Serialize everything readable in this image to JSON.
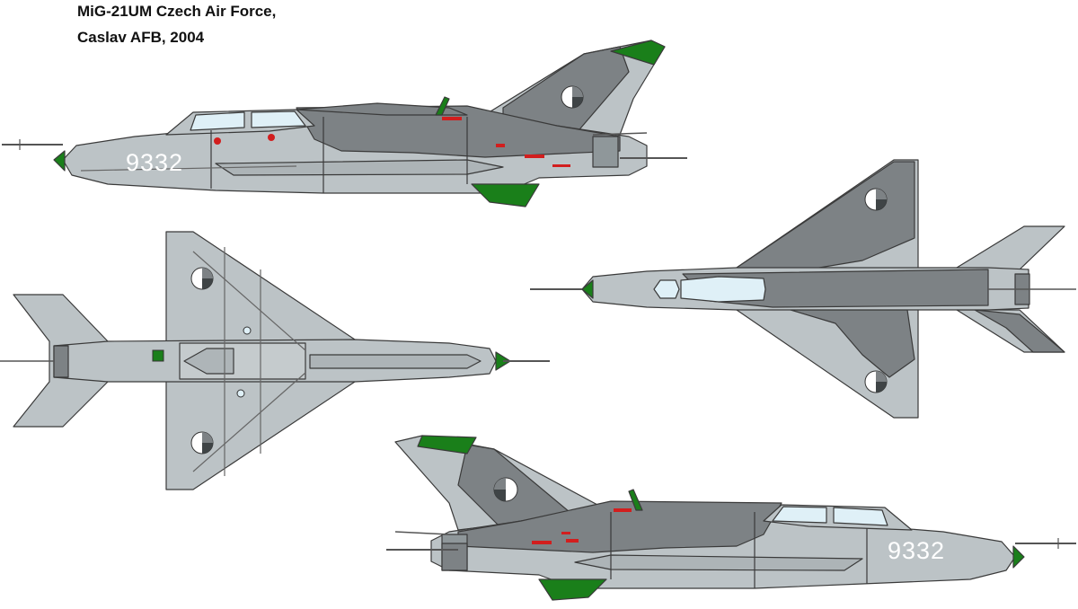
{
  "caption": {
    "line1": "MiG-21UM Czech Air Force,",
    "line2": "Caslav AFB, 2004"
  },
  "aircraft": {
    "serial": "9332"
  },
  "palette": {
    "light_grey": "#bcc3c6",
    "dark_grey": "#7d8285",
    "radome_green": "#1a7f1a",
    "canopy": "#dff0f7",
    "markings_red": "#d21e1e",
    "outline": "#3a3a3a"
  }
}
